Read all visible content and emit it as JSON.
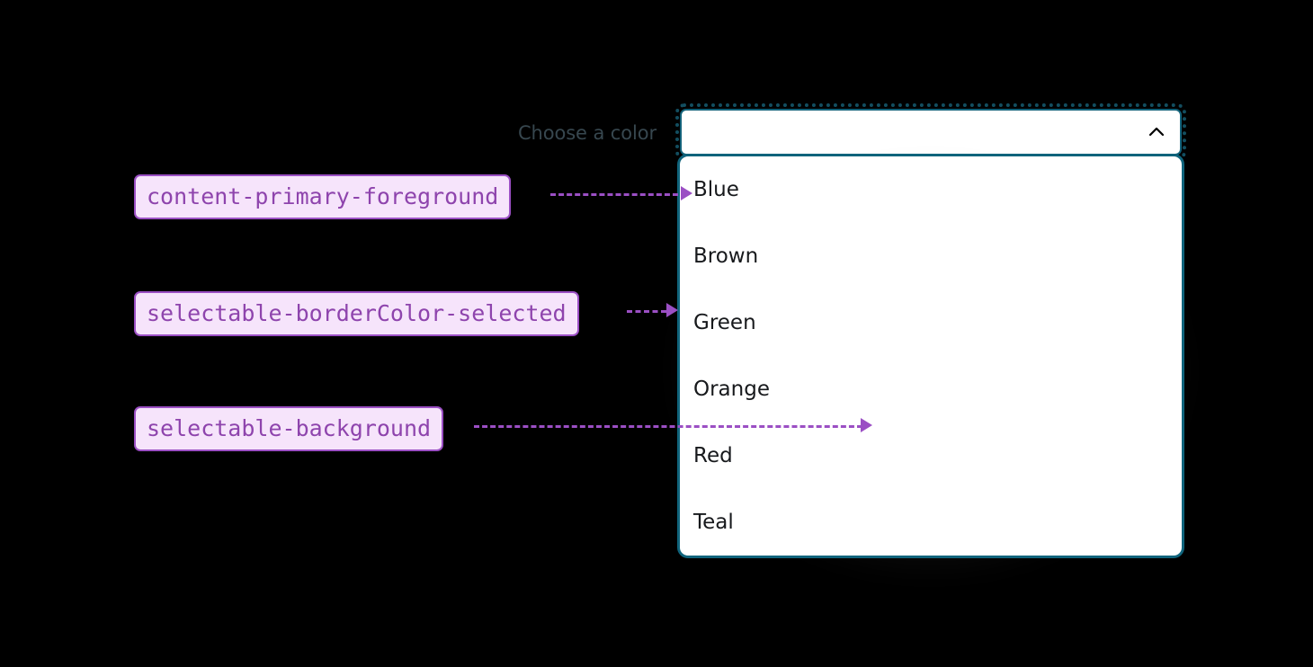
{
  "field": {
    "label": "Choose a color",
    "selected_value": "",
    "toggle_icon": "chevron-up-icon",
    "expanded": true,
    "focus_ring_color": "#134e60",
    "border_color": "#126179"
  },
  "dropdown": {
    "options": [
      {
        "label": "Blue"
      },
      {
        "label": "Brown"
      },
      {
        "label": "Green"
      },
      {
        "label": "Orange"
      },
      {
        "label": "Red"
      },
      {
        "label": "Teal"
      }
    ],
    "border_color": "#10647c",
    "background_color": "#ffffff"
  },
  "annotations": {
    "accent_color": "#9b4fc4",
    "chip_background": "#f6e4fb",
    "chip_text_color": "#8e44ad",
    "tokens": [
      {
        "name": "content-primary-foreground",
        "points_at": "Blue"
      },
      {
        "name": "selectable-borderColor-selected",
        "points_at": "dropdown-panel-border"
      },
      {
        "name": "selectable-background",
        "points_at": "dropdown-panel-background"
      }
    ]
  },
  "page": {
    "background_color": "#000000"
  }
}
